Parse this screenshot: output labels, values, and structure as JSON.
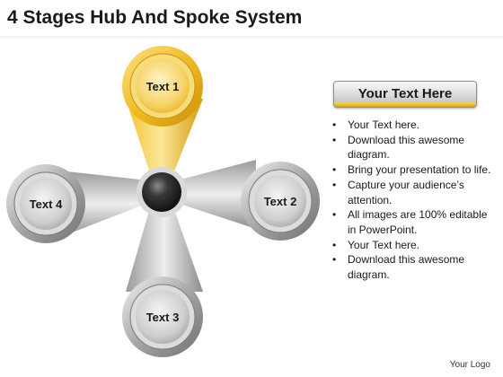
{
  "title": "4 Stages Hub And Spoke System",
  "diagram": {
    "stages": [
      {
        "label": "Text 1",
        "color": "#f0c030"
      },
      {
        "label": "Text 2",
        "color": "#9c9c9c"
      },
      {
        "label": "Text 3",
        "color": "#9c9c9c"
      },
      {
        "label": "Text 4",
        "color": "#9c9c9c"
      }
    ],
    "hub_color": "#1e1e1e"
  },
  "panel": {
    "header": "Your Text Here",
    "bullet_glyph": "•",
    "bullets": [
      "Your Text here.",
      "Download this awesome diagram.",
      "Bring your presentation to life.",
      "Capture your audience’s attention.",
      "All images are 100% editable in PowerPoint.",
      "Your Text here.",
      "Download this awesome diagram."
    ]
  },
  "footer": {
    "logo": "Your Logo"
  }
}
